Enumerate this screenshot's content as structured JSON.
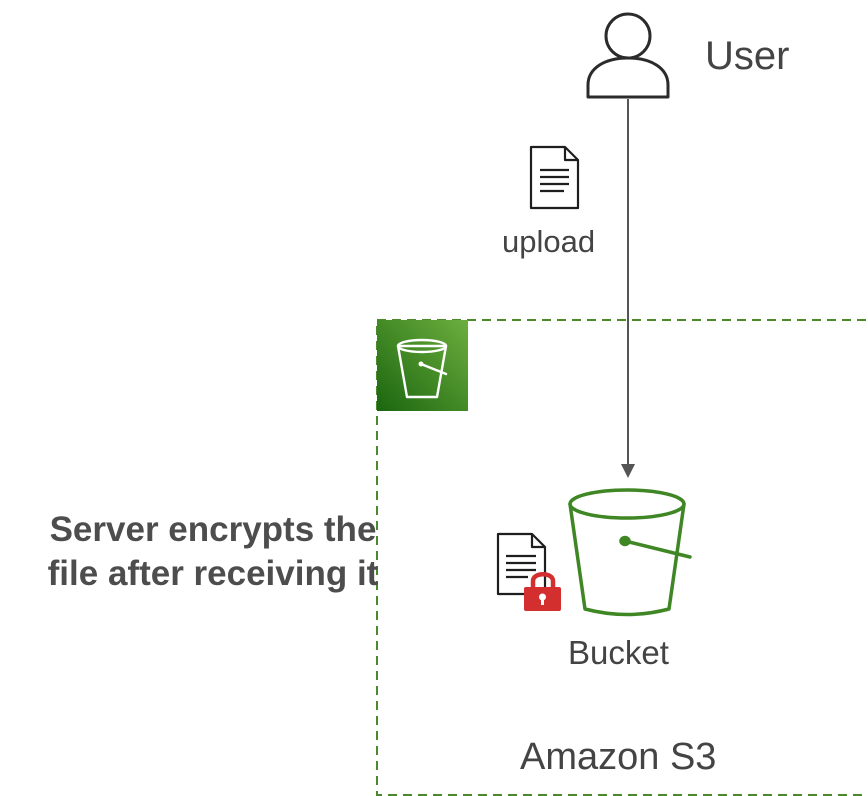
{
  "actor": {
    "label": "User"
  },
  "flow": {
    "label": "upload"
  },
  "bucket": {
    "label": "Bucket"
  },
  "service": {
    "label": "Amazon S3"
  },
  "caption": {
    "line1": "Server encrypts the",
    "line2": "file after receiving it"
  },
  "icons": [
    "user-icon",
    "document-icon",
    "s3-service-icon",
    "bucket-icon",
    "encrypted-document-icon",
    "padlock-icon"
  ],
  "colors": {
    "s3_green": "#3f8624",
    "s3_green_light": "#6cae3e",
    "group_border": "#4a8a2a",
    "lock_red": "#d32f2f",
    "line": "#555555",
    "text": "#444444"
  }
}
